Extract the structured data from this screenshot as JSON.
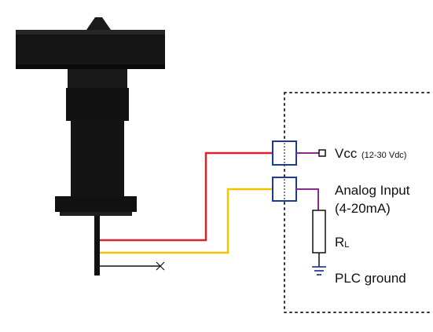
{
  "labels": {
    "vcc": "Vcc",
    "vcc_range": "(12-30 Vdc)",
    "analog_input": "Analog Input",
    "analog_range": "(4-20mA)",
    "resistor_main": "R",
    "resistor_sub": "L",
    "plc_ground": "PLC ground"
  },
  "colors": {
    "sensor_body": "#111111",
    "wire_red": "#d9232e",
    "wire_yellow": "#f5c400",
    "wire_black": "#111111",
    "terminal_blue": "#1f3a93",
    "plc_purple": "#8e2a8e",
    "ground_blue": "#2a3f9b",
    "plc_border": "#333333"
  },
  "icons": [
    "sensor-probe",
    "terminal-block",
    "resistor",
    "ground-symbol",
    "not-connected-x"
  ]
}
